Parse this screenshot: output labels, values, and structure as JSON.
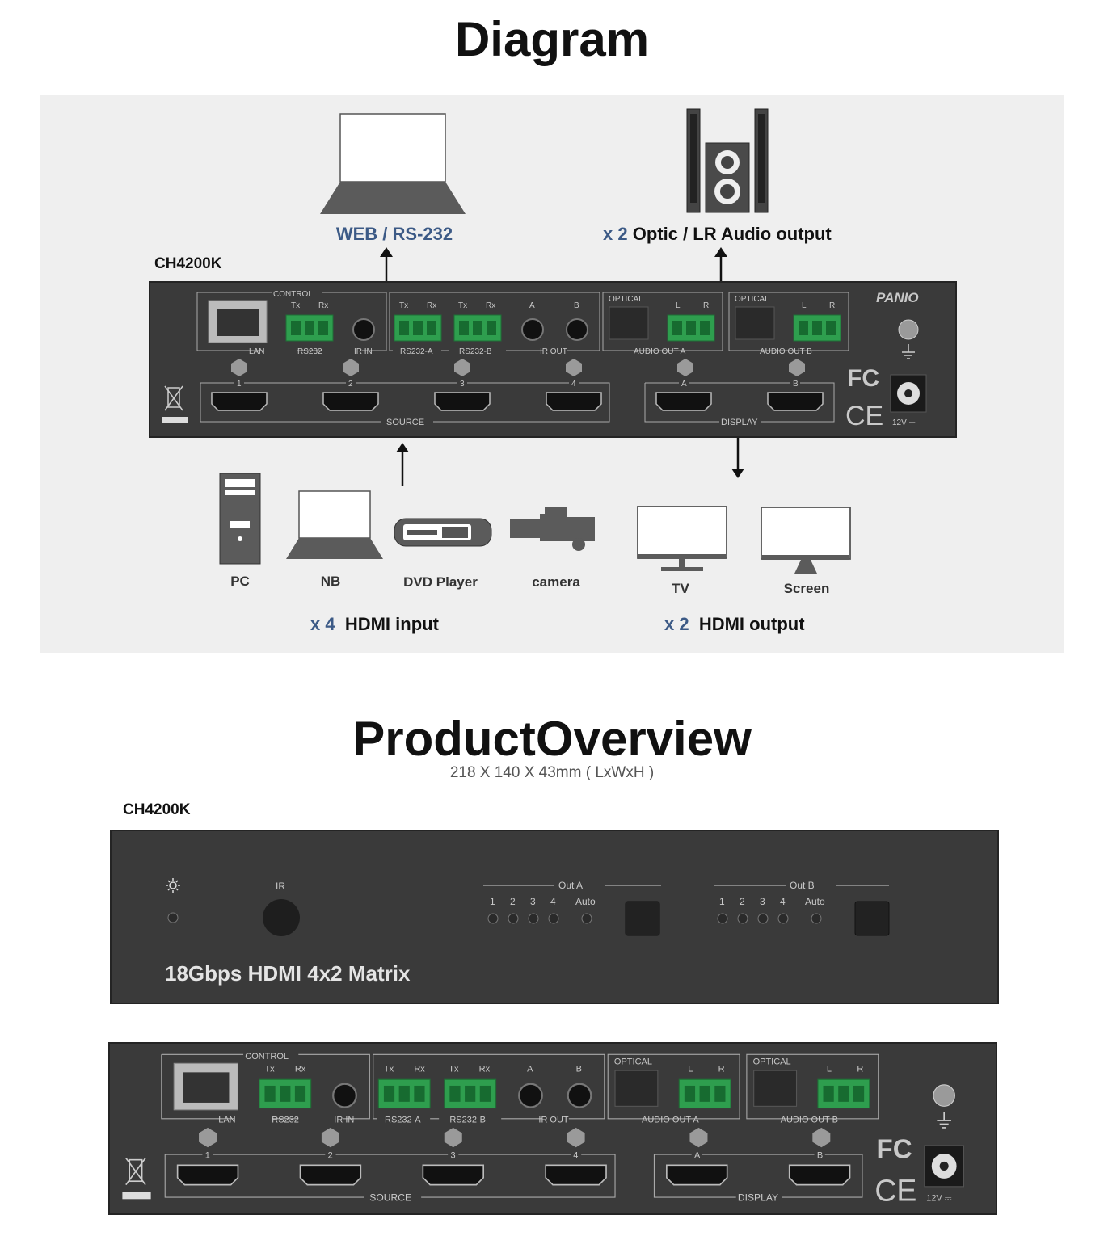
{
  "diagram": {
    "title": "Diagram",
    "model": "CH4200K",
    "web_label": {
      "blue": "WEB / RS-232"
    },
    "audio_label": {
      "blue": "x 2",
      "text": "Optic / LR Audio output"
    },
    "input_label": {
      "blue": "x 4",
      "text": "HDMI input"
    },
    "output_label": {
      "blue": "x 2",
      "text": "HDMI output"
    },
    "devices": {
      "pc": "PC",
      "nb": "NB",
      "dvd": "DVD Player",
      "camera": "camera",
      "tv": "TV",
      "screen": "Screen"
    }
  },
  "overview": {
    "title": "ProductOverview",
    "dimensions": "218 X 140 X 43mm ( LxWxH )",
    "model": "CH4200K",
    "front": {
      "ir": "IR",
      "out_a": "Out A",
      "out_b": "Out B",
      "channels": [
        "1",
        "2",
        "3",
        "4",
        "Auto"
      ],
      "product_name": "18Gbps HDMI 4x2 Matrix"
    }
  },
  "rear_panel": {
    "brand": "PANIO",
    "control": "CONTROL",
    "tx": "Tx",
    "rx": "Rx",
    "lan": "LAN",
    "rs232": "RS232",
    "ir_in": "IR IN",
    "rs232_a": "RS232-A",
    "rs232_b": "RS232-B",
    "ir_out": "IR OUT",
    "a": "A",
    "b": "B",
    "optical": "OPTICAL",
    "l": "L",
    "r": "R",
    "audio_out_a": "AUDIO OUT A",
    "audio_out_b": "AUDIO OUT B",
    "inputs": [
      "1",
      "2",
      "3",
      "4"
    ],
    "outputs": [
      "A",
      "B"
    ],
    "source": "SOURCE",
    "display": "DISPLAY",
    "fc": "FC",
    "ce": "CE",
    "power": "12V ⎓"
  },
  "colors": {
    "panel": "#3a3a3a",
    "terminal_green": "#2e9e4e",
    "label_blue": "#3c5a86"
  }
}
